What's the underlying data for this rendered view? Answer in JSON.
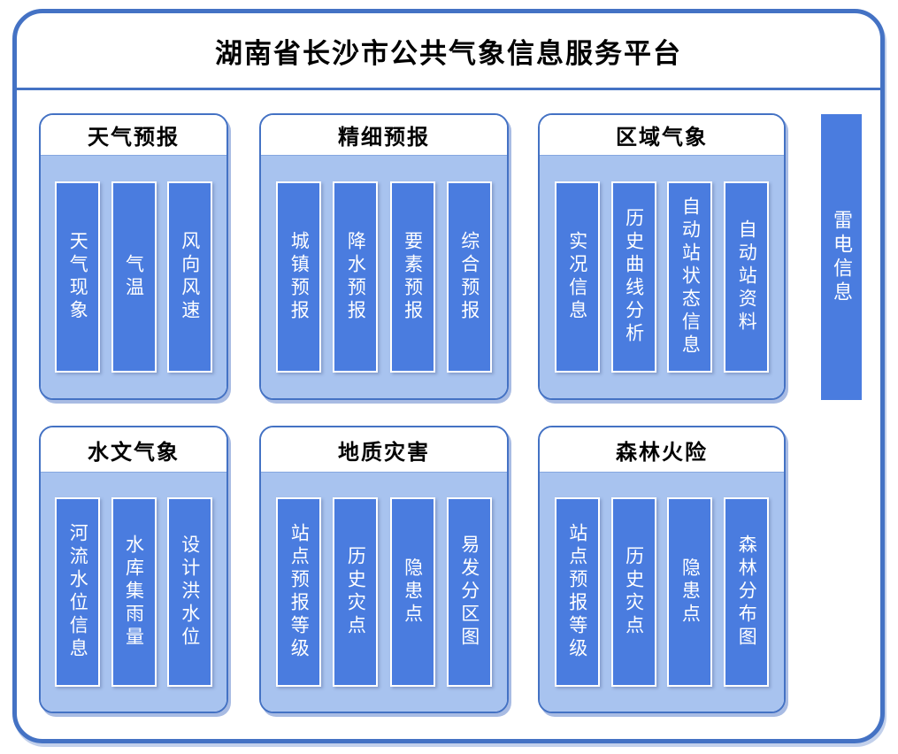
{
  "title": "湖南省长沙市公共气象信息服务平台",
  "panels": [
    {
      "id": "weather-forecast",
      "title": "天气预报",
      "items": [
        "天气现象",
        "气温",
        "风向风速"
      ]
    },
    {
      "id": "fine-forecast",
      "title": "精细预报",
      "items": [
        "城镇预报",
        "降水预报",
        "要素预报",
        "综合预报"
      ]
    },
    {
      "id": "regional-meteorology",
      "title": "区域气象",
      "items": [
        "实况信息",
        "历史曲线分析",
        "自动站状态信息",
        "自动站资料"
      ]
    },
    {
      "id": "hydrological-meteorology",
      "title": "水文气象",
      "items": [
        "河流水位信息",
        "水库集雨量",
        "设计洪水位"
      ]
    },
    {
      "id": "geological-disaster",
      "title": "地质灾害",
      "items": [
        "站点预报等级",
        "历史灾点",
        "隐患点",
        "易发分区图"
      ]
    },
    {
      "id": "forest-fire-risk",
      "title": "森林火险",
      "items": [
        "站点预报等级",
        "历史灾点",
        "隐患点",
        "森林分布图"
      ]
    }
  ],
  "side_bar": {
    "label": "雷电信息"
  },
  "colors": {
    "outer_border": "#4472C4",
    "panel_border": "#4472C4",
    "panel_body": "#A8C3EF",
    "bar_fill": "#4A7CDF",
    "bar_text": "#FFFFFF",
    "title_text": "#000000"
  }
}
